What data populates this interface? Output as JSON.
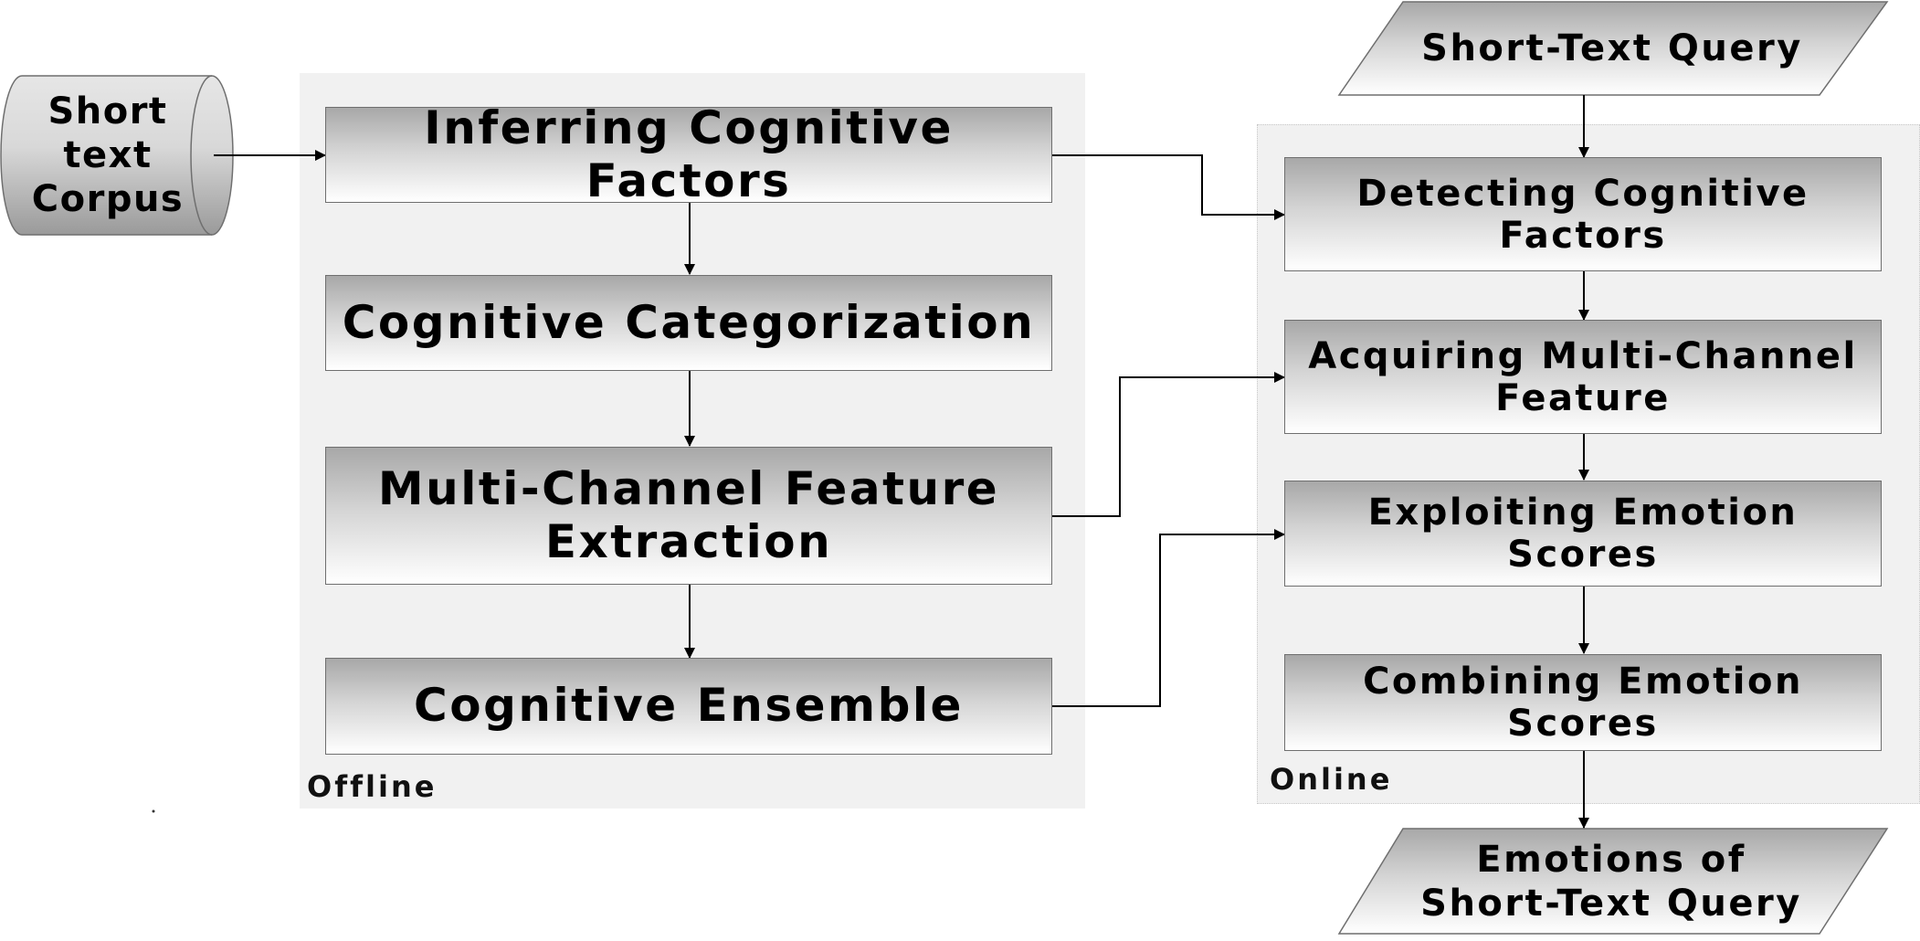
{
  "corpus": {
    "label": "Short text Corpus"
  },
  "offline": {
    "label": "Offline",
    "steps": [
      {
        "label": "Inferring Cognitive Factors"
      },
      {
        "label": "Cognitive Categorization"
      },
      {
        "label": "Multi-Channel Feature Extraction"
      },
      {
        "label": "Cognitive Ensemble"
      }
    ]
  },
  "online": {
    "label": "Online",
    "steps": [
      {
        "label": "Detecting Cognitive Factors"
      },
      {
        "label": "Acquiring Multi-Channel Feature"
      },
      {
        "label": "Exploiting Emotion Scores"
      },
      {
        "label": "Combining Emotion Scores"
      }
    ]
  },
  "query_input": {
    "label": "Short-Text Query"
  },
  "query_output": {
    "label": "Emotions of Short-Text Query"
  }
}
